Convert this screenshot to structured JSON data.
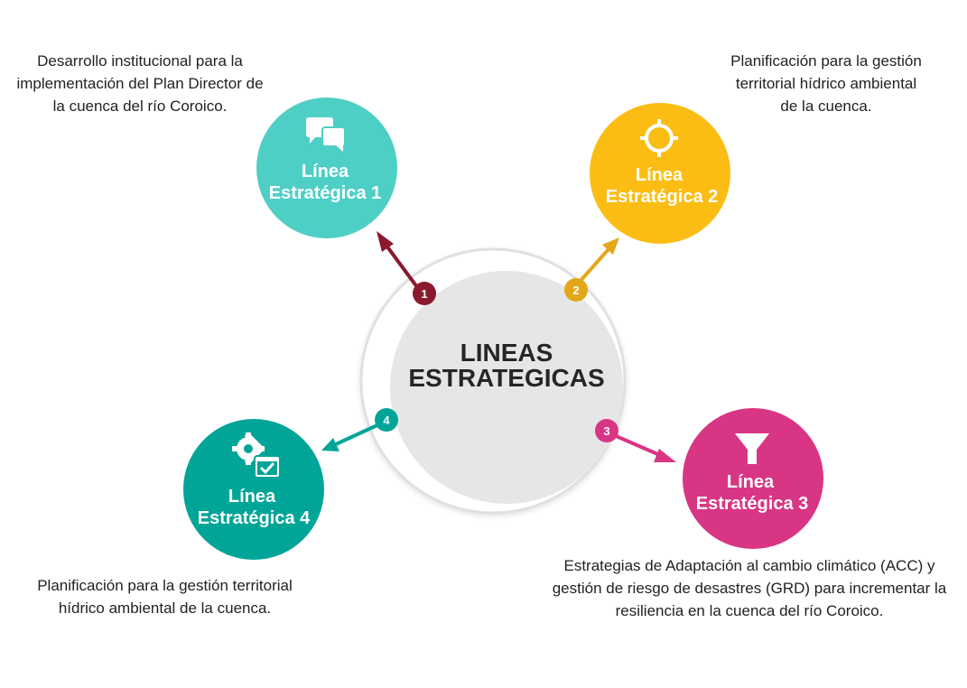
{
  "center": {
    "line1": "LINEAS",
    "line2": "ESTRATEGICAS"
  },
  "colors": {
    "line1": "#4ecfc6",
    "line2": "#fbbd14",
    "line3": "#d93585",
    "line4": "#00a598",
    "arrow1": "#8b1a2e",
    "arrow2": "#e3a71a",
    "arrow3": "#d93585",
    "arrow4": "#00a598",
    "center_fill": "#e6e6e6",
    "ring": "#e0e0e0"
  },
  "lines": [
    {
      "number": "1",
      "title_line1": "Línea",
      "title_line2": "Estratégica 1",
      "icon": "chat-bubbles-icon",
      "description": [
        "Desarrollo institucional para la",
        "implementación del Plan Director de",
        "la cuenca del río Coroico."
      ]
    },
    {
      "number": "2",
      "title_line1": "Línea",
      "title_line2": "Estratégica 2",
      "icon": "target-crosshair-icon",
      "description": [
        "Planificación para la gestión",
        "territorial hídrico ambiental",
        "de la cuenca."
      ]
    },
    {
      "number": "3",
      "title_line1": "Línea",
      "title_line2": "Estratégica 3",
      "icon": "funnel-icon",
      "description": [
        "Estrategias de Adaptación al cambio climático (ACC) y",
        "gestión de riesgo de desastres (GRD) para incrementar la",
        "resiliencia en la cuenca del río Coroico."
      ]
    },
    {
      "number": "4",
      "title_line1": "Línea",
      "title_line2": "Estratégica 4",
      "icon": "gear-calendar-icon",
      "description": [
        "Planificación para la gestión territorial",
        "hídrico ambiental de la cuenca."
      ]
    }
  ]
}
